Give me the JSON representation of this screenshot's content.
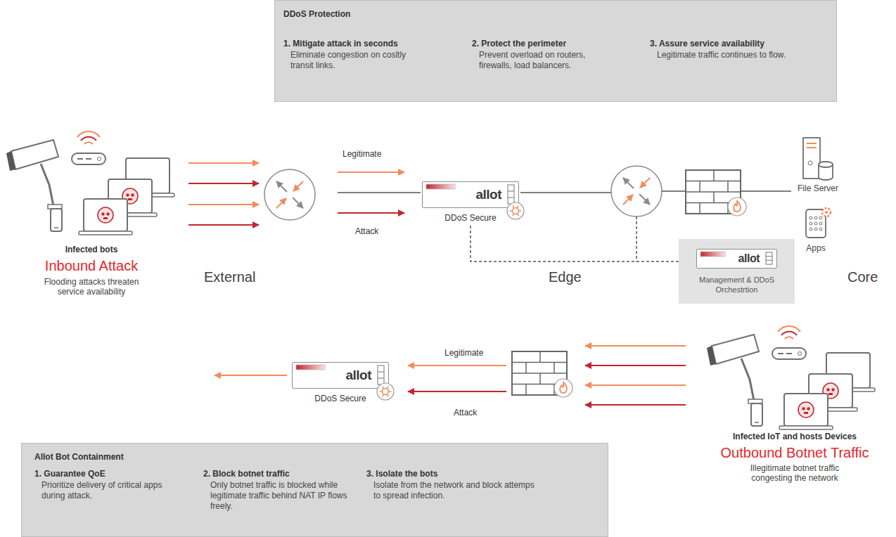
{
  "diagram": {
    "nodes": [
      {
        "text": [
          "DDoS Protection",
          "1. Mitigate attack in seconds",
          "Eliminate congestion on cosltly transit links.",
          "2. Protect the perimeter",
          "Prevent overload on routers, firewalls, load balancers.",
          "3. Assure service availability",
          "Legitimate traffic continues to flow."
        ]
      },
      {
        "text": [
          "allot",
          "DDoS Secure"
        ]
      },
      {
        "text": [
          "Management & DDoS Orchestrtion"
        ]
      },
      {
        "text": [
          "allot"
        ],
        "in": 2
      },
      {
        "text": [
          "allot",
          "DDoS Secure"
        ]
      },
      {
        "text": [
          "Allot Bot Containment",
          "1. Guarantee QoE",
          "Prioritize delivery of critical apps during attack.",
          "2. Block botnet traffic",
          "Only botnet traffic is blocked while legitimate traffic behind NAT IP flows freely.",
          "3. Isolate the bots",
          "Isolate from the network and block attemps to spread infection."
        ]
      }
    ],
    "edges": [
      {
        "from": 1,
        "to": 2,
        "arrow": "none"
      }
    ],
    "labels": [
      "Legitimate",
      "Attack",
      "Infected bots",
      "Inbound Attack",
      "Flooding attacks threaten service availability",
      "External",
      "Edge",
      "Core",
      "File Server",
      "Apps",
      "Legitimate",
      "Attack",
      "Infected IoT and hosts Devices",
      "Outbound Botnet Traffic",
      "Illegitimate botnet traffic congesting the network"
    ]
  }
}
